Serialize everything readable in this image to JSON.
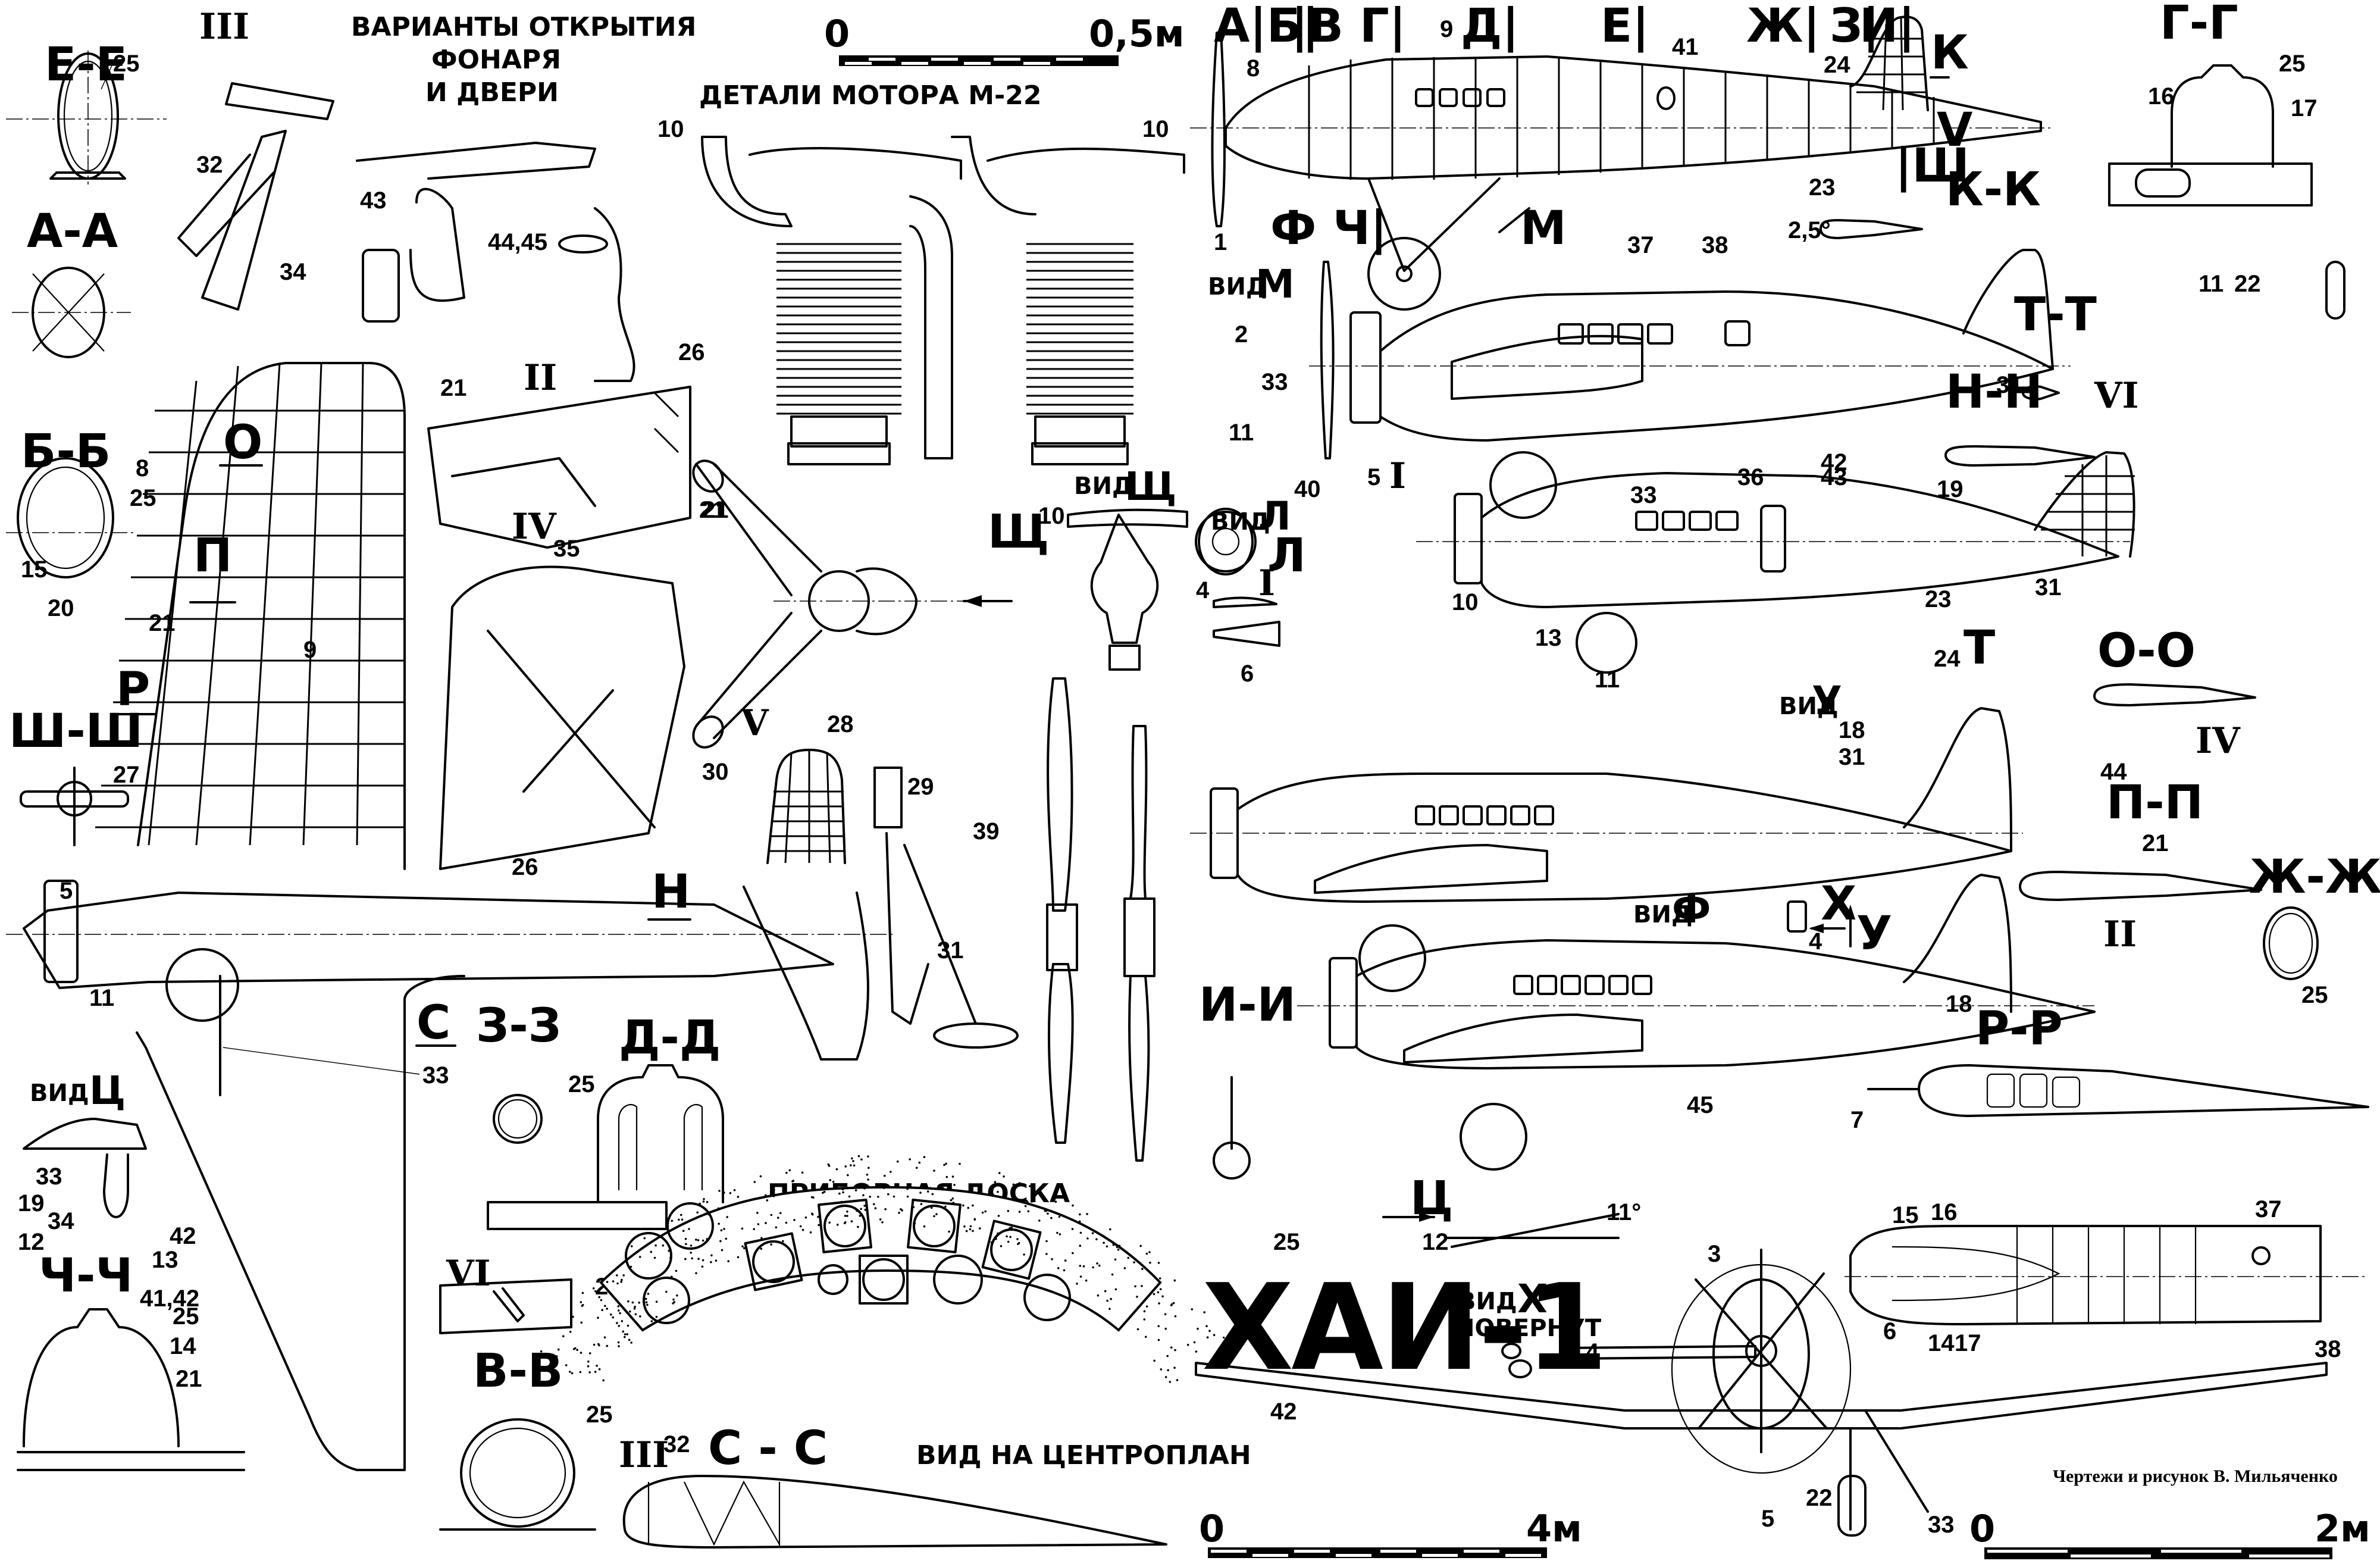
{
  "title": "ХАИ-1",
  "credit": "Чертежи и рисунок В. Мильяченко",
  "headings": {
    "canopy_variants_1": "ВАРИАНТЫ ОТКРЫТИЯ",
    "canopy_variants_2": "ФОНАРЯ",
    "canopy_variants_3": "И ДВЕРИ",
    "engine_details": "ДЕТАЛИ МОТОРА М-22",
    "instrument_panel": "ПРИБОРНАЯ ДОСКА",
    "centre_section": "ВИД НА ЦЕНТРОПЛАН",
    "view_x_rotated": "ПОВЕРНУТ"
  },
  "scales": [
    {
      "start": "0",
      "end": "0,5м"
    },
    {
      "start": "0",
      "end": "4м"
    },
    {
      "start": "0",
      "end": "2м"
    }
  ],
  "sections": {
    "ee": "Е-Е",
    "aa": "А-А",
    "bb": "Б-Б",
    "shsh": "Ш-Ш",
    "zz": "З-З",
    "dd": "Д-Д",
    "chch": "Ч-Ч",
    "vv": "В-В",
    "cc": "С - С",
    "gg": "Г-Г",
    "kk": "К-К",
    "tt": "Т-Т",
    "nn": "Н-Н",
    "oo": "О-О",
    "pp": "П-П",
    "zhzh": "Ж-Ж",
    "rr": "Р-Р",
    "ii": "И-И"
  },
  "details": {
    "II": "II",
    "III": "III",
    "IV": "IV",
    "V": "V",
    "VI": "VI",
    "I": "I"
  },
  "views": {
    "vid": "ВИД",
    "ts": "Ц",
    "shch": "Щ",
    "l": "Л",
    "m": "М",
    "f": "Ф",
    "u": "У",
    "x": "Х"
  },
  "cut_markers": {
    "O": "О",
    "P": "П",
    "R": "Р",
    "N": "Н",
    "S": "С",
    "K": "К",
    "T": "Т",
    "top_row": [
      "А|Б|",
      "|В Г|",
      "Д|",
      "Е|",
      "Ж|",
      "З|",
      "И|"
    ],
    "F": "Ф",
    "Ch": "Ч|",
    "M": "М",
    "Sh": "|Ш",
    "L": "Л",
    "Ts": "Ц",
    "X": "Х",
    "U": "У",
    "Shch": "Щ"
  },
  "angles": {
    "tail_incidence": "2,5°",
    "ground_angle": "11°"
  },
  "callouts": {
    "n1": "1",
    "n2": "2",
    "n3": "3",
    "n4": "4",
    "n5": "5",
    "n6": "6",
    "n7": "7",
    "n8": "8",
    "n9": "9",
    "n10": "10",
    "n11": "11",
    "n12": "12",
    "n13": "13",
    "n14": "14",
    "n15": "15",
    "n16": "16",
    "n17": "17",
    "n18": "18",
    "n19": "19",
    "n20": "20",
    "n21": "21",
    "n22": "22",
    "n23": "23",
    "n24": "24",
    "n25": "25",
    "n26": "26",
    "n27": "27",
    "n28": "28",
    "n29": "29",
    "n30": "30",
    "n31": "31",
    "n32": "32",
    "n33": "33",
    "n34": "34",
    "n35": "35",
    "n36": "36",
    "n37": "37",
    "n38": "38",
    "n39": "39",
    "n40": "40",
    "n41": "41",
    "n42": "42",
    "n43": "43",
    "n44": "44",
    "n45": "45",
    "n44_45": "44,45",
    "n41_42": "41,42"
  }
}
